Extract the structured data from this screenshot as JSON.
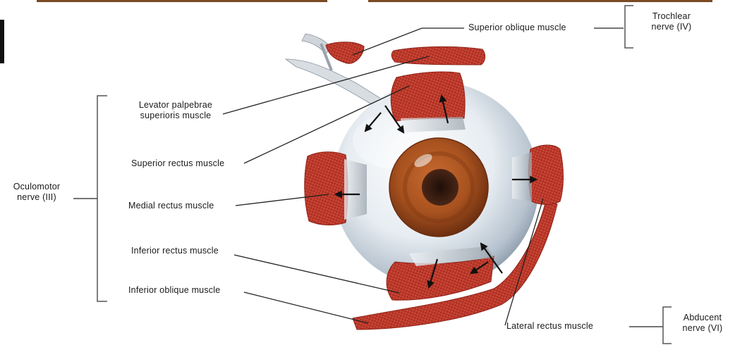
{
  "labels": {
    "superior_oblique": "Superior oblique muscle",
    "trochlear_nerve": [
      "Trochlear",
      "nerve (IV)"
    ],
    "levator": [
      "Levator palpebrae",
      "superioris muscle"
    ],
    "superior_rectus": "Superior rectus muscle",
    "oculomotor_nerve": [
      "Oculomotor",
      "nerve (III)"
    ],
    "medial_rectus": "Medial rectus muscle",
    "inferior_rectus": "Inferior rectus muscle",
    "inferior_oblique": "Inferior oblique muscle",
    "lateral_rectus": "Lateral rectus muscle",
    "abducent_nerve": [
      "Abducent",
      "nerve (VI)"
    ]
  },
  "colors": {
    "muscle": "#c23a2c",
    "muscle_dark": "#8e2218",
    "sclera": "#d9e1ea",
    "iris": "#a04a1c",
    "pupil": "#3b1e12",
    "leader": "#222222",
    "bracket": "#555555"
  }
}
